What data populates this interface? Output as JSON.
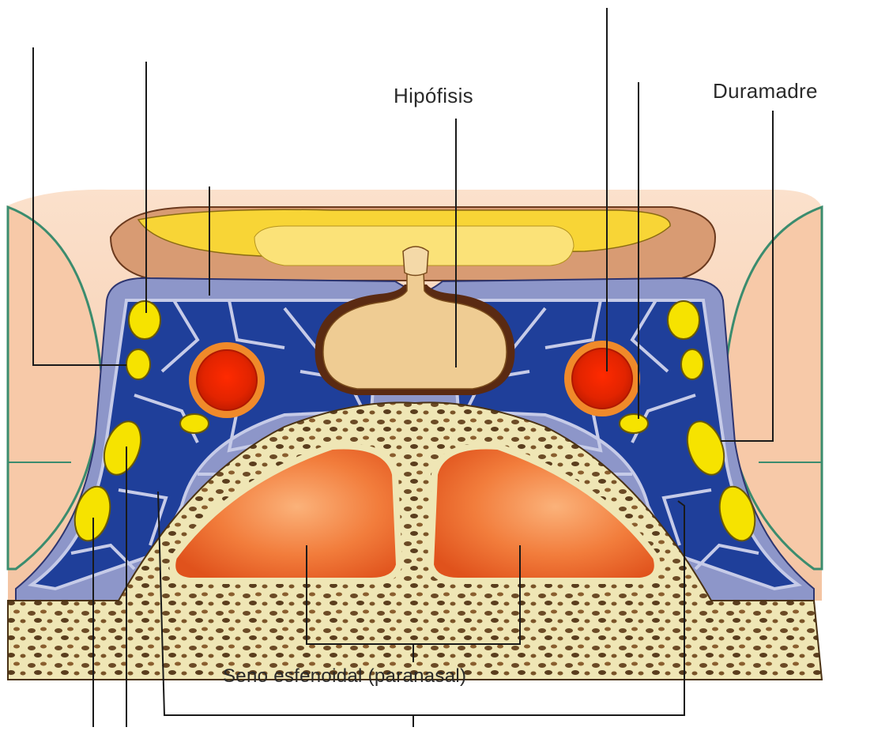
{
  "labels": {
    "hipofisis": "Hipófisis",
    "duramadre": "Duramadre",
    "seno": "Seno esfenoidal (paranasal)"
  },
  "colors": {
    "background": "#ffffff",
    "skin": "#f6c7a6",
    "brain_outer": "#d99b72",
    "chiasm_yellow": "#f7d231",
    "dura_gray": "#8c95c8",
    "venous_blue": "#1f3f9a",
    "nerve_yellow": "#f6e300",
    "carotid_red": "#e62a00",
    "pituitary": "#efcc93",
    "bone": "#efe6b5",
    "bone_spots": "#6b4a25",
    "sinus_orange": "#f06a2a",
    "line": "#1a1a1a"
  }
}
